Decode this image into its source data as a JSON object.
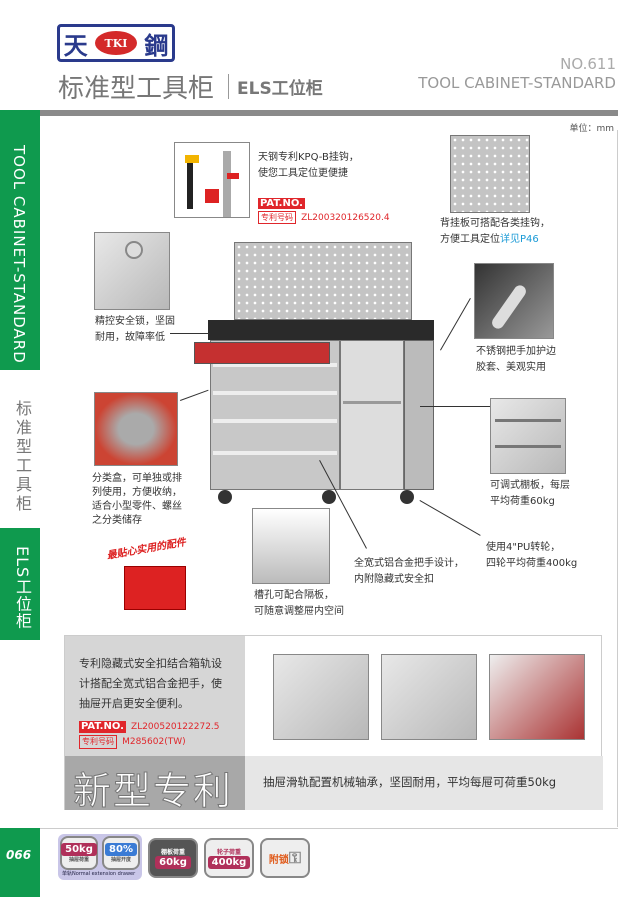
{
  "brand": {
    "left_char": "天",
    "mark": "TKI",
    "right_char": "鋼"
  },
  "header": {
    "title": "标准型工具柜",
    "subtitle": "ELS工位柜",
    "number": "NO.611",
    "english_title": "TOOL CABINET-STANDARD",
    "unit": "单位：mm"
  },
  "sidebar": {
    "section1": "TOOL CABINET-STANDARD",
    "section2": "标准型工具柜",
    "section3": "ELS工位柜",
    "page": "066"
  },
  "callouts": {
    "hook": {
      "line1": "天钢专利KPQ-B挂钩，",
      "line2": "使您工具定位更便捷",
      "pat_label": "PAT.NO.",
      "pat_cn": "专利号码",
      "pat_number": "ZL200320126520.4"
    },
    "pegboard": {
      "line1": "背挂板可搭配各类挂钩，",
      "line2": "方便工具定位",
      "link": "详见P46"
    },
    "lock": {
      "line1": "精控安全锁，坚固",
      "line2": "耐用，故障率低"
    },
    "handle": {
      "line1": "不锈钢把手加护边",
      "line2": "胶套、美观实用"
    },
    "bins": {
      "line1": "分类盒，可单独或排",
      "line2": "列使用，方便收纳，",
      "line3": "适合小型零件、螺丝",
      "line4": "之分类储存"
    },
    "accessory": "最贴心实用的配件",
    "shelf": {
      "line1": "可调式棚板，每层",
      "line2": "平均荷重60kg"
    },
    "caster": {
      "line1": "使用4\"PU转轮，",
      "line2": "四轮平均荷重400kg"
    },
    "alu_handle": {
      "line1": "全宽式铝合金把手设计，",
      "line2": "内附隐藏式安全扣"
    },
    "divider": {
      "line1": "槽孔可配合隔板，",
      "line2": "可随意调整屉内空间"
    }
  },
  "patent_box": {
    "line1": "专利隐藏式安全扣结合箱轨设",
    "line2": "计搭配全宽式铝合金把手，使",
    "line3": "抽屉开启更安全便利。",
    "pat_label": "PAT.NO.",
    "pat_cn": "专利号码",
    "pat_number1": "ZL200520122272.5",
    "pat_number2": "M285602(TW)",
    "big_title": "新型专利",
    "caption": "抽屉滑轨配置机械轴承，坚固耐用，平均每屉可荷重50kg"
  },
  "badges": [
    {
      "top": "抽屉荷重",
      "value": "50kg"
    },
    {
      "top": "抽屉开度",
      "value": "80%"
    },
    {
      "caption": "单轨Normal extension drawer"
    },
    {
      "top": "棚板荷重",
      "value": "60kg"
    },
    {
      "top": "轮子荷重",
      "value": "400kg"
    },
    {
      "value": "附锁"
    }
  ]
}
